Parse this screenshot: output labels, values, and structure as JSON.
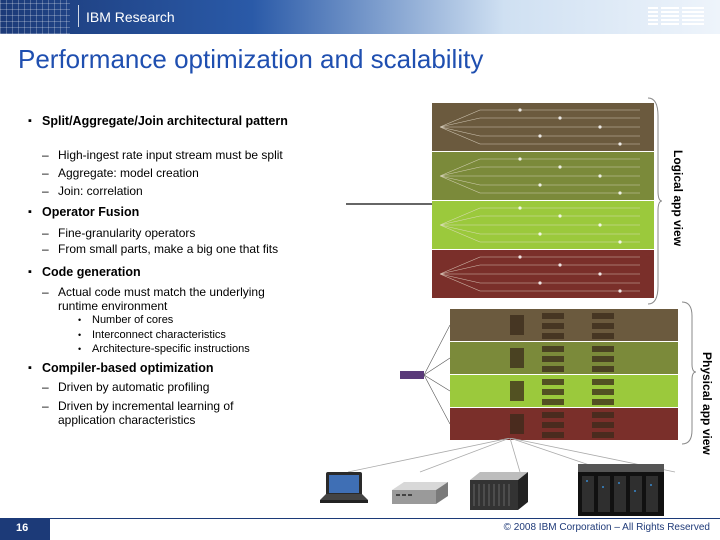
{
  "header": {
    "brand": "IBM Research",
    "logo_text": "IBM",
    "colors": {
      "band": "#1c3a78",
      "title": "#1f4fb0"
    }
  },
  "title": "Performance optimization and scalability",
  "bullets": [
    {
      "label": "Split/Aggregate/Join architectural pattern",
      "subs": [
        "High-ingest rate input stream must be split",
        "Aggregate: model creation",
        "Join: correlation"
      ]
    },
    {
      "label": "Operator Fusion",
      "subs": [
        "Fine-granularity operators",
        "From small parts, make a big one that fits"
      ]
    },
    {
      "label": "Code generation",
      "subs": [
        "Actual code must match the underlying runtime environment"
      ],
      "subsubs": [
        "Number of cores",
        "Interconnect characteristics",
        "Architecture-specific instructions"
      ]
    },
    {
      "label": "Compiler-based optimization",
      "subs": [
        "Driven by automatic profiling",
        "Driven by incremental learning of application characteristics"
      ]
    }
  ],
  "side_labels": {
    "logical": "Logical app view",
    "physical": "Physical app view"
  },
  "footer": {
    "page": "16",
    "copyright": "© 2008 IBM Corporation – All Rights Reserved"
  }
}
